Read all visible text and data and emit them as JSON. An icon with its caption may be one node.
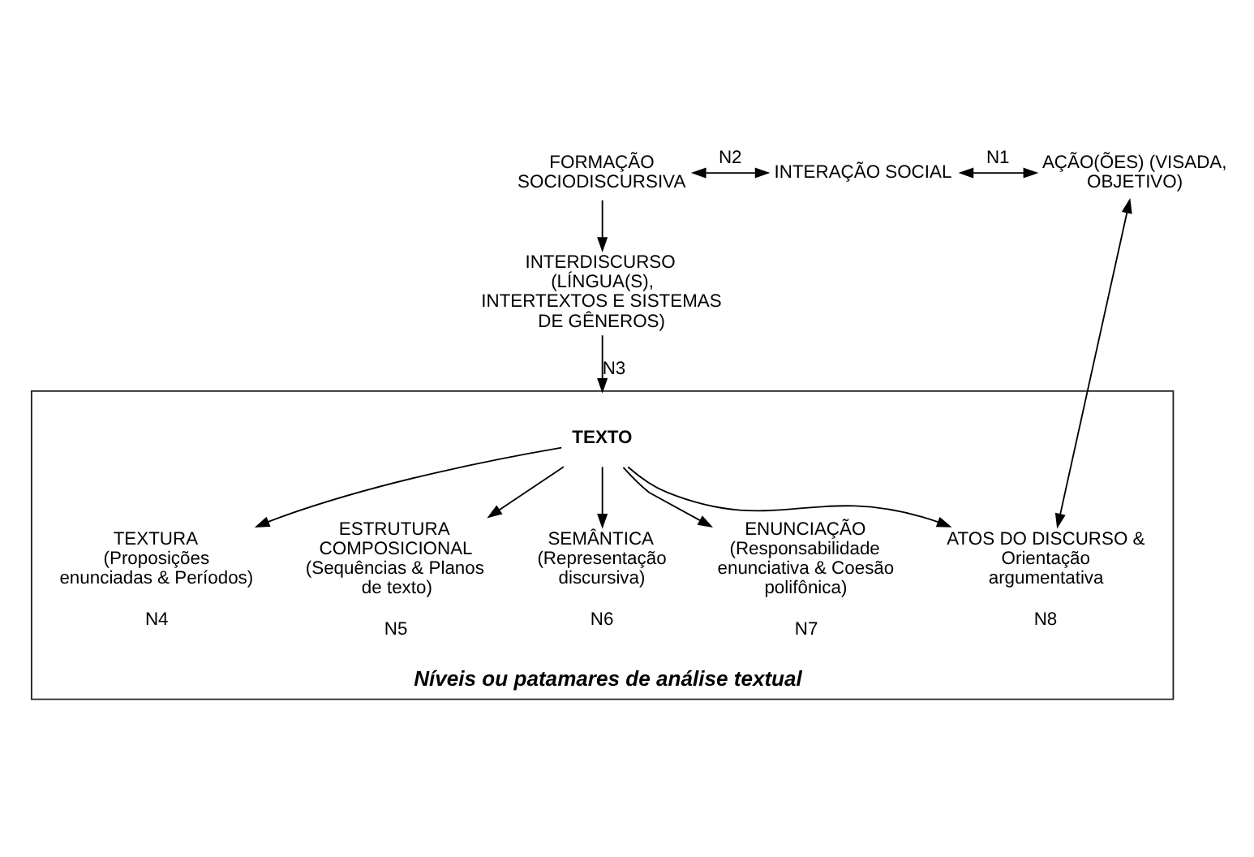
{
  "diagram": {
    "nodes": [
      {
        "text": [
          "FORMAÇÃO SOCIODISCURSIVA"
        ]
      },
      {
        "text": [
          "INTERAÇÃO SOCIAL"
        ]
      },
      {
        "text": [
          "AÇÃO(ÕES) (VISADA, OBJETIVO)"
        ]
      },
      {
        "text": [
          "INTERDISCURSO (LÍNGUA(S), INTERTEXTOS E SISTEMAS DE GÊNEROS)"
        ]
      },
      {
        "text": [
          "Níveis ou patamares de análise textual"
        ]
      },
      {
        "text": [
          "TEXTO"
        ],
        "in": 4
      },
      {
        "text": [
          "TEXTURA",
          "(Proposições enunciadas & Períodos)"
        ],
        "in": 4,
        "beside": [
          "N4"
        ]
      },
      {
        "text": [
          "ESTRUTURA COMPOSICIONAL",
          "(Sequências & Planos de texto)"
        ],
        "in": 4,
        "beside": [
          "N5"
        ]
      },
      {
        "text": [
          "SEMÂNTICA",
          "(Representação discursiva)"
        ],
        "in": 4,
        "beside": [
          "N6"
        ]
      },
      {
        "text": [
          "ENUNCIAÇÃO",
          "(Responsabilidade enunciativa & Coesão polifônica)"
        ],
        "in": 4,
        "beside": [
          "N7"
        ]
      },
      {
        "text": [
          "ATOS DO DISCURSO &",
          "Orientação argumentativa"
        ],
        "in": 4,
        "beside": [
          "N8"
        ]
      }
    ],
    "edges": [
      {
        "from": 0,
        "to": 1,
        "arrow": "both",
        "label": "N2"
      },
      {
        "from": 1,
        "to": 2,
        "arrow": "both",
        "label": "N1"
      },
      {
        "from": 0,
        "to": 3,
        "arrow": "to"
      },
      {
        "from": 3,
        "to": 4,
        "arrow": "to",
        "label": "N3"
      },
      {
        "from": 5,
        "to": 6,
        "arrow": "to"
      },
      {
        "from": 5,
        "to": 7,
        "arrow": "to"
      },
      {
        "from": 5,
        "to": 8,
        "arrow": "to"
      },
      {
        "from": 5,
        "to": 9,
        "arrow": "to"
      },
      {
        "from": 5,
        "to": 10,
        "arrow": "to"
      },
      {
        "from": 10,
        "to": 2,
        "arrow": "both"
      }
    ]
  }
}
